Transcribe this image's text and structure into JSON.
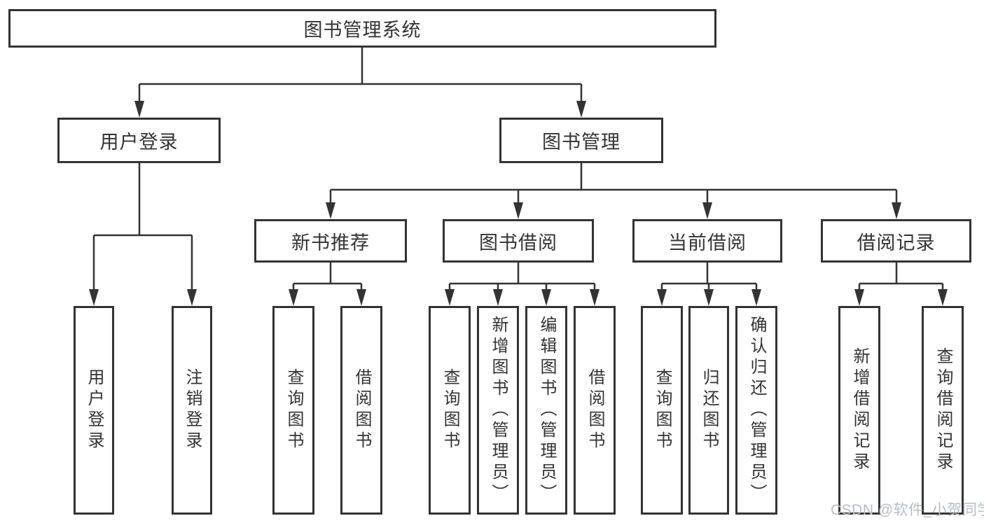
{
  "diagram": {
    "root": {
      "label": "图书管理系统"
    },
    "level2": [
      {
        "label": "用户登录",
        "children": [
          {
            "label": "用户登录"
          },
          {
            "label": "注销登录"
          }
        ]
      },
      {
        "label": "图书管理",
        "children": [
          {
            "label": "新书推荐",
            "children": [
              {
                "label": "查询图书"
              },
              {
                "label": "借阅图书"
              }
            ]
          },
          {
            "label": "图书借阅",
            "children": [
              {
                "label": "查询图书"
              },
              {
                "label": "新增图书（管理员）"
              },
              {
                "label": "编辑图书（管理员）"
              },
              {
                "label": "借阅图书"
              }
            ]
          },
          {
            "label": "当前借阅",
            "children": [
              {
                "label": "查询图书"
              },
              {
                "label": "归还图书"
              },
              {
                "label": "确认归还（管理员）"
              }
            ]
          },
          {
            "label": "借阅记录",
            "children": [
              {
                "label": "新增借阅记录"
              },
              {
                "label": "查询借阅记录"
              }
            ]
          }
        ]
      }
    ]
  },
  "watermark": {
    "text": "CSDN @软件_小贺同学"
  },
  "colors": {
    "line": "#333333",
    "box_border": "#333333",
    "box_background": "#ffffff",
    "text": "#333333",
    "watermark": "#b7bdc5"
  }
}
